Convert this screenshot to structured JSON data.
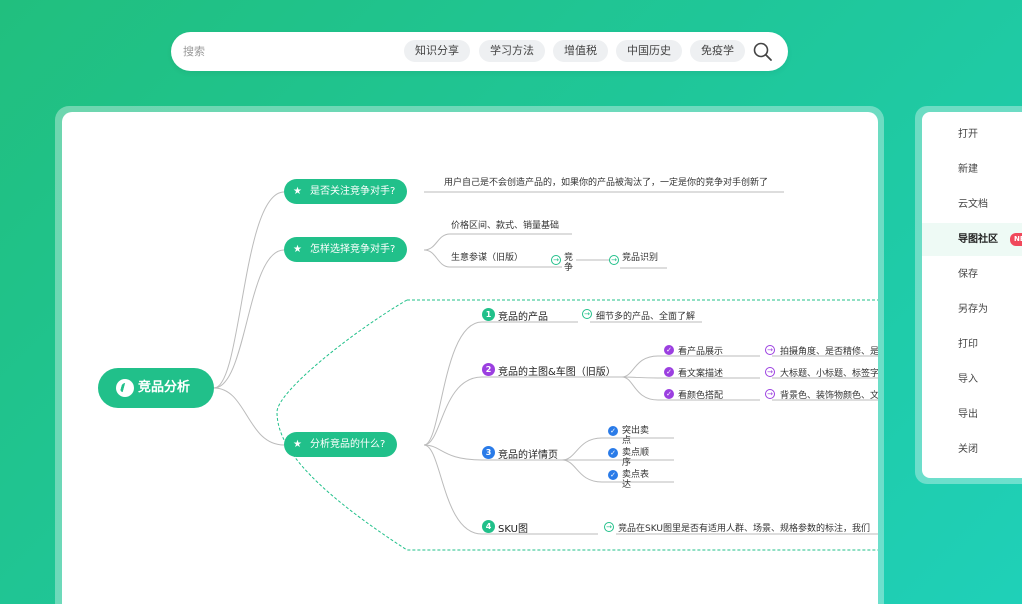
{
  "search": {
    "placeholder": "搜索",
    "chips": [
      "知识分享",
      "学习方法",
      "增值税",
      "中国历史",
      "免疫学"
    ]
  },
  "mindmap": {
    "root": "竞品分析",
    "branches": [
      {
        "label": "是否关注竞争对手?",
        "children": [
          "用户自己是不会创造产品的，如果你的产品被淘汰了，一定是你的竞争对手创新了"
        ]
      },
      {
        "label": "怎样选择竞争对手?",
        "children": [
          "价格区间、款式、销量基础",
          "生意参谋（旧版）",
          "竞争",
          "竞品识别"
        ]
      },
      {
        "label": "分析竞品的什么?",
        "items": [
          {
            "num": "1",
            "label": "竞品的产品",
            "note": "细节多的产品、全面了解"
          },
          {
            "num": "2",
            "label": "竞品的主图&车图（旧版）",
            "subs": [
              {
                "label": "看产品展示",
                "note": "拍摄角度、是否精修、是"
              },
              {
                "label": "看文案描述",
                "note": "大标题、小标题、标签字"
              },
              {
                "label": "看颜色搭配",
                "note": "背景色、装饰物颜色、文"
              }
            ]
          },
          {
            "num": "3",
            "label": "竞品的详情页",
            "subs": [
              "突出卖点",
              "卖点顺序",
              "卖点表达"
            ]
          },
          {
            "num": "4",
            "label": "SKU图",
            "note": "竞品在SKU图里是否有适用人群、场景、规格参数的标注，我们"
          }
        ]
      }
    ]
  },
  "menu": {
    "items": [
      "打开",
      "新建",
      "云文档",
      "导图社区",
      "保存",
      "另存为",
      "打印",
      "导入",
      "导出",
      "关闭"
    ],
    "active_index": 3,
    "badge": "NEW"
  },
  "colors": {
    "green": "#21c08a",
    "purple": "#9b3fe0",
    "blue": "#2a7be8"
  }
}
